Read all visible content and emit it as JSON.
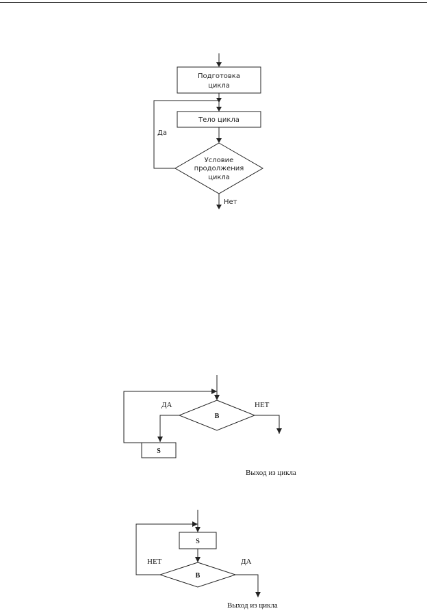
{
  "diagram1": {
    "prep_line1": "Подготовка",
    "prep_line2": "цикла",
    "body": "Тело цикла",
    "cond_line1": "Условие",
    "cond_line2": "продолжения",
    "cond_line3": "цикла",
    "yes": "Да",
    "no": "Нет"
  },
  "diagram2": {
    "condition": "B",
    "yes": "ДА",
    "no": "НЕТ",
    "body": "S",
    "exit": "Выход  из цикла"
  },
  "diagram3": {
    "body": "S",
    "condition": "B",
    "no": "НЕТ",
    "yes": "ДА",
    "exit": "Выход  из цикла"
  }
}
